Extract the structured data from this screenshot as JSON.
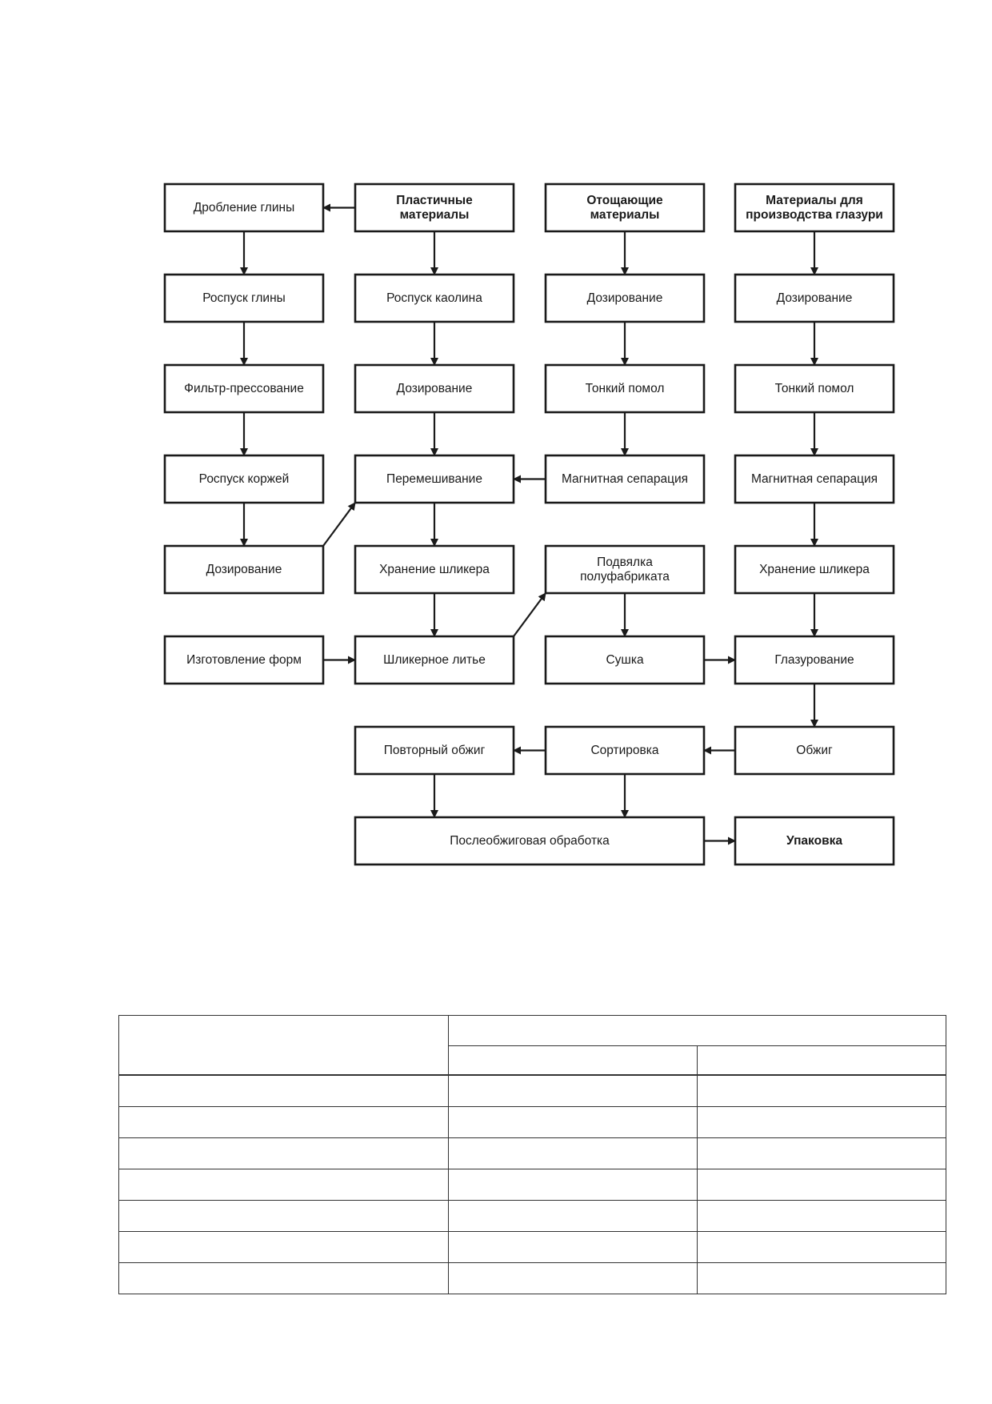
{
  "diagram": {
    "nodes": [
      {
        "id": "droblenie-gliny",
        "lines": [
          "Дробление глины"
        ],
        "bold": false
      },
      {
        "id": "plastichnye",
        "lines": [
          "Пластичные",
          "материалы"
        ],
        "bold": true
      },
      {
        "id": "otoshchayushchie",
        "lines": [
          "Отощающие",
          "материалы"
        ],
        "bold": true
      },
      {
        "id": "materialy-glazuri",
        "lines": [
          "Материалы для",
          "производства глазури"
        ],
        "bold": true
      },
      {
        "id": "rospusk-gliny",
        "lines": [
          "Роспуск глины"
        ],
        "bold": false
      },
      {
        "id": "rospusk-kaolina",
        "lines": [
          "Роспуск каолина"
        ],
        "bold": false
      },
      {
        "id": "dozirovanie-c3",
        "lines": [
          "Дозирование"
        ],
        "bold": false
      },
      {
        "id": "dozirovanie-c4",
        "lines": [
          "Дозирование"
        ],
        "bold": false
      },
      {
        "id": "filtr-pressovanie",
        "lines": [
          "Фильтр-прессование"
        ],
        "bold": false
      },
      {
        "id": "dozirovanie-c2",
        "lines": [
          "Дозирование"
        ],
        "bold": false
      },
      {
        "id": "tonkiy-pomol-c3",
        "lines": [
          "Тонкий помол"
        ],
        "bold": false
      },
      {
        "id": "tonkiy-pomol-c4",
        "lines": [
          "Тонкий помол"
        ],
        "bold": false
      },
      {
        "id": "rospusk-korzhey",
        "lines": [
          "Роспуск коржей"
        ],
        "bold": false
      },
      {
        "id": "peremeshivanie",
        "lines": [
          "Перемешивание"
        ],
        "bold": false
      },
      {
        "id": "magn-sep-c3",
        "lines": [
          "Магнитная сепарация"
        ],
        "bold": false
      },
      {
        "id": "magn-sep-c4",
        "lines": [
          "Магнитная сепарация"
        ],
        "bold": false
      },
      {
        "id": "dozirovanie-c1",
        "lines": [
          "Дозирование"
        ],
        "bold": false
      },
      {
        "id": "khranenie-c2",
        "lines": [
          "Хранение шликера"
        ],
        "bold": false
      },
      {
        "id": "podvyalka",
        "lines": [
          "Подвялка",
          "полуфабриката"
        ],
        "bold": false
      },
      {
        "id": "khranenie-c4",
        "lines": [
          "Хранение шликера"
        ],
        "bold": false
      },
      {
        "id": "izgotovlenie-form",
        "lines": [
          "Изготовление форм"
        ],
        "bold": false
      },
      {
        "id": "shlikernoe-lite",
        "lines": [
          "Шликерное литье"
        ],
        "bold": false
      },
      {
        "id": "sushka",
        "lines": [
          "Сушка"
        ],
        "bold": false
      },
      {
        "id": "glazurovanie",
        "lines": [
          "Глазурование"
        ],
        "bold": false
      },
      {
        "id": "povtornyy-obzhig",
        "lines": [
          "Повторный обжиг"
        ],
        "bold": false
      },
      {
        "id": "sortirovka",
        "lines": [
          "Сортировка"
        ],
        "bold": false
      },
      {
        "id": "obzhig",
        "lines": [
          "Обжиг"
        ],
        "bold": false
      },
      {
        "id": "posleobzhigovaya",
        "lines": [
          "Послеобжиговая обработка"
        ],
        "bold": false
      },
      {
        "id": "upakovka",
        "lines": [
          "Упаковка"
        ],
        "bold": true
      }
    ],
    "edges": [
      {
        "from": "plastichnye",
        "to": "droblenie-gliny"
      },
      {
        "from": "droblenie-gliny",
        "to": "rospusk-gliny"
      },
      {
        "from": "rospusk-gliny",
        "to": "filtr-pressovanie"
      },
      {
        "from": "filtr-pressovanie",
        "to": "rospusk-korzhey"
      },
      {
        "from": "rospusk-korzhey",
        "to": "dozirovanie-c1"
      },
      {
        "from": "dozirovanie-c1",
        "to": "peremeshivanie"
      },
      {
        "from": "plastichnye",
        "to": "rospusk-kaolina"
      },
      {
        "from": "rospusk-kaolina",
        "to": "dozirovanie-c2"
      },
      {
        "from": "dozirovanie-c2",
        "to": "peremeshivanie"
      },
      {
        "from": "peremeshivanie",
        "to": "khranenie-c2"
      },
      {
        "from": "khranenie-c2",
        "to": "shlikernoe-lite"
      },
      {
        "from": "izgotovlenie-form",
        "to": "shlikernoe-lite"
      },
      {
        "from": "shlikernoe-lite",
        "to": "podvyalka"
      },
      {
        "from": "otoshchayushchie",
        "to": "dozirovanie-c3"
      },
      {
        "from": "dozirovanie-c3",
        "to": "tonkiy-pomol-c3"
      },
      {
        "from": "tonkiy-pomol-c3",
        "to": "magn-sep-c3"
      },
      {
        "from": "magn-sep-c3",
        "to": "peremeshivanie"
      },
      {
        "from": "podvyalka",
        "to": "sushka"
      },
      {
        "from": "sushka",
        "to": "glazurovanie"
      },
      {
        "from": "materialy-glazuri",
        "to": "dozirovanie-c4"
      },
      {
        "from": "dozirovanie-c4",
        "to": "tonkiy-pomol-c4"
      },
      {
        "from": "tonkiy-pomol-c4",
        "to": "magn-sep-c4"
      },
      {
        "from": "magn-sep-c4",
        "to": "khranenie-c4"
      },
      {
        "from": "khranenie-c4",
        "to": "glazurovanie"
      },
      {
        "from": "glazurovanie",
        "to": "obzhig"
      },
      {
        "from": "obzhig",
        "to": "sortirovka"
      },
      {
        "from": "sortirovka",
        "to": "povtornyy-obzhig"
      },
      {
        "from": "povtornyy-obzhig",
        "to": "posleobzhigovaya"
      },
      {
        "from": "sortirovka",
        "to": "posleobzhigovaya"
      },
      {
        "from": "posleobzhigovaya",
        "to": "upakovka"
      }
    ]
  },
  "table": {
    "header_rows": 2,
    "body_rows": 7,
    "columns": 3
  }
}
